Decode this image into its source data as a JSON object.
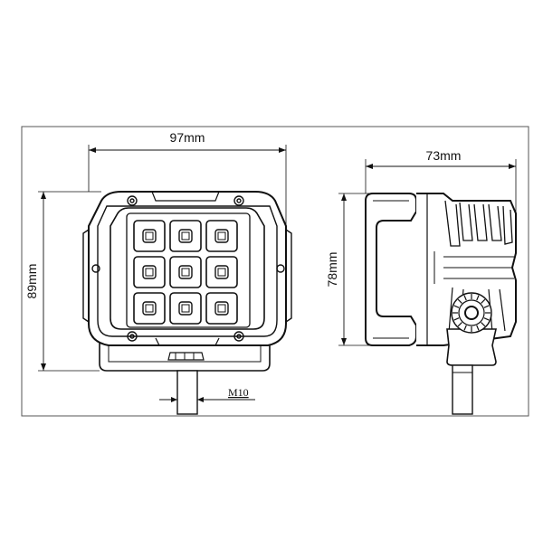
{
  "figure": {
    "front_view": {
      "width_label": "97mm",
      "height_label": "89mm",
      "thread_label": "M10",
      "led_grid": {
        "rows": 3,
        "cols": 3
      }
    },
    "side_view": {
      "depth_label": "73mm",
      "height_label": "78mm"
    },
    "colors": {
      "line": "#111111",
      "frame": "#555555",
      "background": "#ffffff"
    }
  }
}
